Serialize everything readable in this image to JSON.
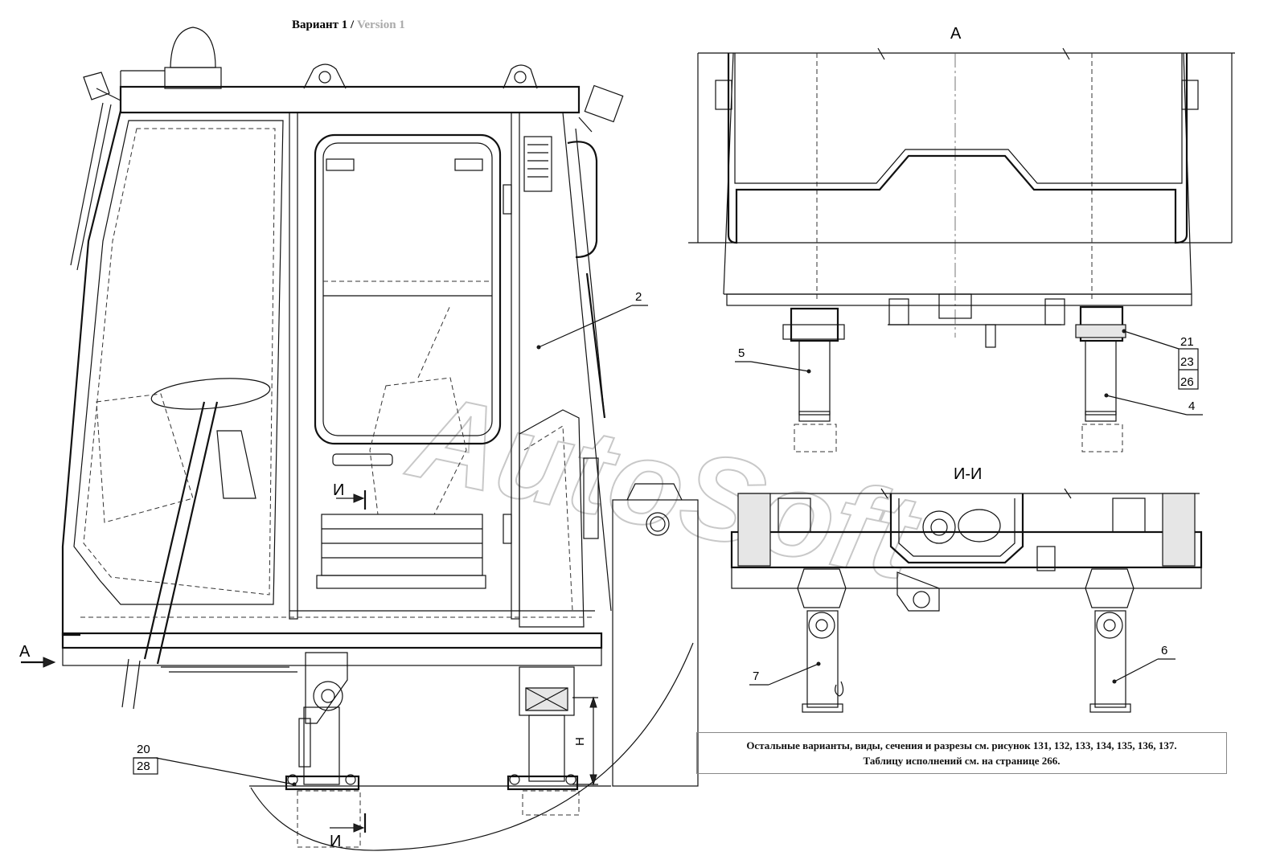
{
  "title": {
    "variant_ru": "Вариант 1",
    "separator": " / ",
    "variant_en": "Version 1",
    "variant_en_color": "#aaaaaa"
  },
  "watermark": "AutoSoft",
  "views": {
    "view_a": "А",
    "section_ii": "И-И"
  },
  "arrows": {
    "view_a_arrow": "А",
    "section_mark_top": "И",
    "section_mark_bottom": "И"
  },
  "dimension": {
    "height": "H"
  },
  "callouts": {
    "c2": "2",
    "c4": "4",
    "c5": "5",
    "c6": "6",
    "c7": "7",
    "c20": "20",
    "c28": "28",
    "c21": "21",
    "c23": "23",
    "c26": "26"
  },
  "note": {
    "line1": "Остальные варианты, виды, сечения и разрезы см. рисунок 131, 132, 133, 134, 135, 136, 137.",
    "line2": "Таблицу исполнений см. на странице 266."
  }
}
